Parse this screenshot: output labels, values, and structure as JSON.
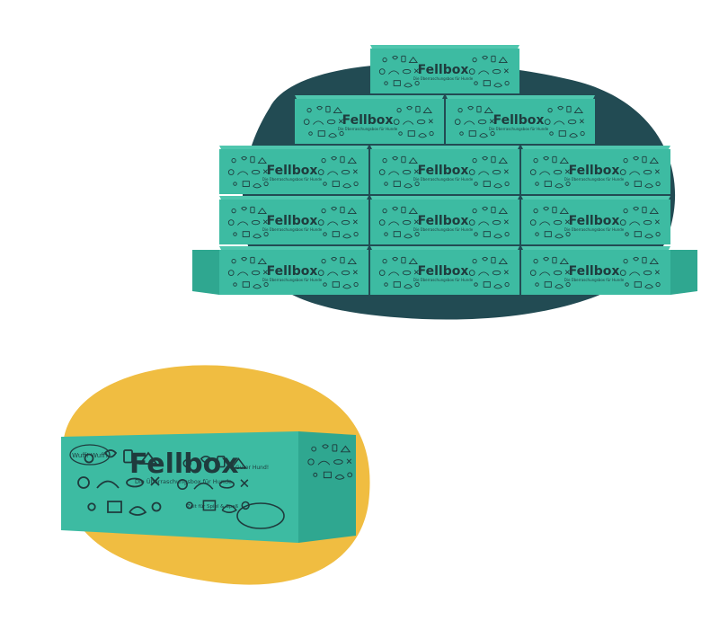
{
  "colors": {
    "background": "#ffffff",
    "dark_blob": "#224b53",
    "yellow_blob": "#f0bd41",
    "box_face": "#3dbba2",
    "box_side": "#2fa790",
    "box_top": "#4fc6ae",
    "ink": "#1f3b3d"
  },
  "box": {
    "brand": "Fellbox",
    "tagline": "Die Überraschungsbox für Hunde",
    "bubble_text": "Wuff! Wuff!",
    "speech_text": "Guter Hund!",
    "note_text": "Zeit für Spiel & Spaß"
  },
  "stack": {
    "rows": [
      {
        "boxes": 1
      },
      {
        "boxes": 2
      },
      {
        "boxes": 3
      },
      {
        "boxes": 3
      },
      {
        "boxes": 3
      }
    ]
  }
}
